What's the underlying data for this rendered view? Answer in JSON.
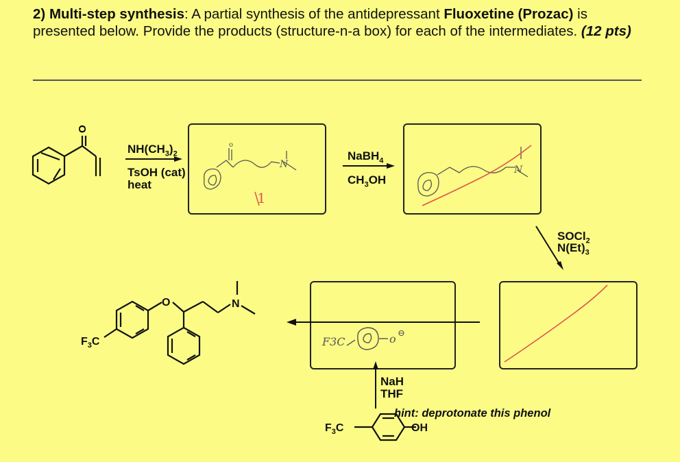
{
  "question": {
    "number": "2)",
    "title": "Multi-step synthesis",
    "text_1": ": A partial synthesis of the antidepressant ",
    "drug": "Fluoxetine (Prozac)",
    "text_2": " is presented below. Provide the products (structure-n-a box) for each of the intermediates. ",
    "points": "(12 pts)"
  },
  "steps": {
    "step1_reagent": "NH(CH3)2",
    "step1_cond1": "TsOH (cat)",
    "step1_cond2": "heat",
    "step2_reagent": "NaBH4",
    "step2_solvent": "CH3OH",
    "step3_reagent": "SOCl2",
    "step3_base": "N(Et)3",
    "step4_base": "NaH",
    "step4_solvent": "THF"
  },
  "structure_labels": {
    "o_atom": "O",
    "n_atom": "N",
    "cf3_final": "F3C",
    "cf3_phenol": "F3C",
    "oh": "OH"
  },
  "hint": "hint: deprotonate this phenol",
  "handwriting": {
    "box1_mark": "1",
    "box3_text": "F3C",
    "box3_charge": "⊖"
  },
  "colors": {
    "background": "#fbfb86",
    "ink": "#111111",
    "pencil": "#555555",
    "red_pen": "#e0564a"
  }
}
